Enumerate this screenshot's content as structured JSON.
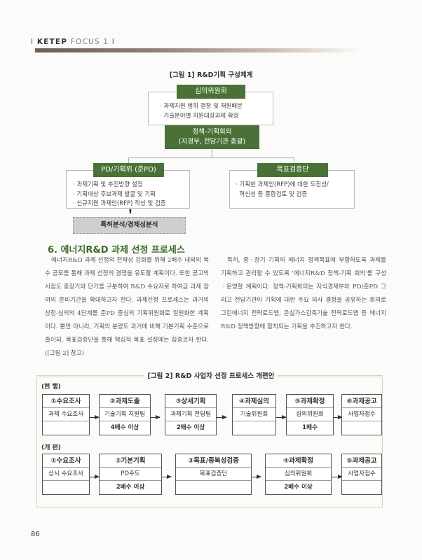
{
  "header": {
    "prefix": "I",
    "brand": "KETEP",
    "section": "FOCUS 1",
    "suffix": "I"
  },
  "figure1": {
    "title": "[그림 1] R&D기획 구성체계",
    "top": {
      "label": "심의위원회",
      "bullets": [
        "· 과제지원 범위 결정 및 재원배분",
        "· 기술분야별 지원대상과제 확정"
      ]
    },
    "middle": {
      "line1": "정책-기획회의",
      "line2": "(지경부, 전담기관 총괄)"
    },
    "left": {
      "label": "PD/기획위 (준PD)",
      "bullets": [
        "· 과제기획 및 추진방향 설정",
        "· 기획대상 후보과제 발굴 및 기획",
        "· 신규지원 과제안(RFP) 작성 및 검증"
      ]
    },
    "right": {
      "label": "목표검증단",
      "bullets": [
        "· 기획한 과제안(RFP)에 대한 도전성/",
        "  혁신성 등 종합검토 및 검증"
      ]
    },
    "analysis": "특허분석/경제성분석"
  },
  "section": {
    "title": "6. 에너지R&D 과제 선정 프로세스",
    "para_left": "에너지R&D 과제 선정의 전략성 강화를 위해 2배수 내외의 복수 공모를 통해 과제 선정의 경쟁을 유도할 계획이다. 또한 공고의 시점도 중장기와 단기를 구분하여 R&D 수요자로 하여금 과제 참여의 준비기간을 확대하고자 한다. 과제선정 프로세스는 과거의 상정-심의의 4단계를 준PD 중심의 기획위원회로 일원화한 계획이다. 뿐만 아니라, 기획의 분량도 과거에 비해 기본기획 수준으로 줄이되, 목표검증단을 통해 핵심적 목표 설정에는 집중코자 한다. ([그림 2] 참고)",
    "para_right": "특히, 중ㆍ장기 기획의 에너지 정책목표에 부합하도록 과제를 기획하고 관리할 수 있도록 '에너지R&D 정책-기획 회의'를 구성ㆍ운영할 계획이다. 정책-기획회의는 지식경제부와 PD/준PD 그리고 전담기관이 기획에 대한 주요 의사 결정을 공유하는 회의로 그린에너지 전략로드맵, 온실가스감축기술 전략로드맵 등 에너지R&D 정책방향에 합치되는 기획을 추진하고자 한다."
  },
  "figure2": {
    "title": "[그림 2] R&D 사업자 선정 프로세스 개편안",
    "current": {
      "label": "(현 행)",
      "steps": [
        {
          "head": "①수요조사",
          "body": "과제 수요조사",
          "foot": ""
        },
        {
          "head": "②과제도출",
          "body": "기술기획 지원팀",
          "foot": "4배수 이상"
        },
        {
          "head": "③상세기획",
          "body": "과제기획 전담팀",
          "foot": "2배수 이상"
        },
        {
          "head": "④과제심의",
          "body": "기술위원회",
          "foot": ""
        },
        {
          "head": "⑤과제확정",
          "body": "심의위원회",
          "foot": "1배수"
        },
        {
          "head": "⑥과제공고",
          "body": "사업자접수",
          "foot": ""
        }
      ]
    },
    "revised": {
      "label": "(개 편)",
      "steps": [
        {
          "head": "①수요조사",
          "body": "상시 수요조사",
          "foot": ""
        },
        {
          "head": "②기본기획",
          "body": "PD주도",
          "foot": "2배수 이상"
        },
        {
          "head": "③목표/중복성검증",
          "body": "목표검증단",
          "foot": ""
        },
        {
          "head": "④과제확정",
          "body": "심의위원회",
          "foot": "2배수 이상"
        },
        {
          "head": "⑤과제공고",
          "body": "사업자접수",
          "foot": ""
        }
      ]
    }
  },
  "page_number": "86"
}
